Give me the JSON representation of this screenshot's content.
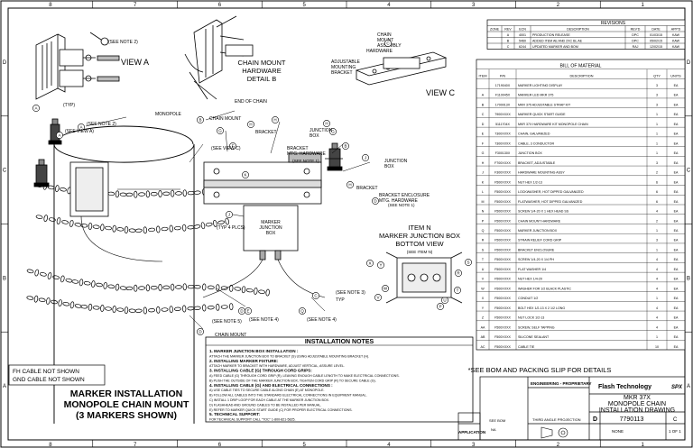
{
  "top_zone_numbers": [
    "8",
    "7",
    "6",
    "5",
    "4",
    "3",
    "2",
    "1"
  ],
  "side_zone_letters": [
    "D",
    "C",
    "B",
    "A"
  ],
  "revisions": {
    "title": "REVISIONS",
    "headers": [
      "ZONE",
      "REV",
      "ECN",
      "DESCRIPTION",
      "REV'D",
      "DATE",
      "APP'D"
    ],
    "rows": [
      [
        "",
        "A",
        "4001",
        "PRODUCTION RELEASE",
        "DPC",
        "01/03/15",
        "KAW"
      ],
      [
        "",
        "B",
        "5460",
        "ADDED ITEM AE AND 2XC BL AE",
        "DPC",
        "05/02/15",
        "KAW"
      ],
      [
        "",
        "C",
        "6244",
        "UPDATED MARKER AND BOM",
        "RAJ",
        "12/02/15",
        "KAW"
      ]
    ]
  },
  "bom": {
    "title": "BILL OF MATERIAL",
    "headers": [
      "ITEM",
      "P/N",
      "DESCRIPTION",
      "QTY",
      "UNITS"
    ],
    "rows": [
      [
        "",
        "1719040X",
        "MARKER LIGHTING DISPLAY",
        "3",
        "EA"
      ],
      [
        "A",
        "F110045X",
        "MARKER LED MKR 375",
        "3",
        "EA"
      ],
      [
        "B",
        "1700013X",
        "MKR 375 ADJUSTABLE STRAP KIT",
        "3",
        "EA"
      ],
      [
        "C",
        "7900XXXX",
        "MARKER QUICK START GUIDE",
        "1",
        "EA"
      ],
      [
        "D",
        "5111704X",
        "MKR 37X HARDWARE KIT MONOPOLE CHAIN",
        "1",
        "EA"
      ],
      [
        "E",
        "7300XXXX",
        "CHAIN, GALVANIZED",
        "1",
        "EA"
      ],
      [
        "F",
        "7300XXXX",
        "CABLE, 3 CONDUCTOR",
        "1",
        "EA"
      ],
      [
        "G",
        "F300130X",
        "JUNCTION BOX",
        "1",
        "EA"
      ],
      [
        "H",
        "F700XXXX",
        "BRACKET, ADJUSTABLE",
        "3",
        "EA"
      ],
      [
        "J",
        "F300XXXX",
        "HARDWARE MOUNTING ASSY",
        "2",
        "EA"
      ],
      [
        "K",
        "F500XXXX",
        "NUT HEX 1/2-13",
        "6",
        "EA"
      ],
      [
        "L",
        "F500XXXX",
        "LOCKWASHER, HOT DIPPED GALVANIZED",
        "6",
        "EA"
      ],
      [
        "M",
        "F500XXXX",
        "FLATWASHER, HOT DIPPED GALVANIZED",
        "6",
        "EA"
      ],
      [
        "N",
        "F500XXXX",
        "SCREW 1/4-20 X 1 HEX HEAD SS",
        "4",
        "EA"
      ],
      [
        "P",
        "F500XXXX",
        "CHAIN MOUNT HARDWARE",
        "2",
        "EA"
      ],
      [
        "Q",
        "F500XXXX",
        "MARKER JUNCTION BOX",
        "1",
        "EA"
      ],
      [
        "R",
        "F500XXXX",
        "STRAIN RELIEF CORD GRIP",
        "3",
        "EA"
      ],
      [
        "S",
        "F500XXXX",
        "BRACKET ENCLOSURE",
        "1",
        "EA"
      ],
      [
        "T",
        "F500XXXX",
        "SCREW 1/4-20 X 1/4 PH",
        "4",
        "EA"
      ],
      [
        "U",
        "F500XXXX",
        "FLAT WASHER 1/4",
        "4",
        "EA"
      ],
      [
        "V",
        "F500XXXX",
        "NUT HEX 1/4-20",
        "4",
        "EA"
      ],
      [
        "W",
        "F500XXXX",
        "WASHER FOR 1/2 BLACK PLASTIC",
        "4",
        "EA"
      ],
      [
        "X",
        "F500XXXX",
        "CONDUIT 1/2",
        "1",
        "EA"
      ],
      [
        "Y",
        "F500XXXX",
        "BOLT HEX 1/2-13 X 2 1/2 LONG",
        "4",
        "EA"
      ],
      [
        "Z",
        "F500XXXX",
        "NUT LOCK 1/2-13",
        "4",
        "EA"
      ],
      [
        "AA",
        "F500XXXX",
        "SCREW, SELF TAPPING",
        "4",
        "EA"
      ],
      [
        "AB",
        "F500XXXX",
        "SILICONE SEALANT",
        "1",
        "EA"
      ],
      [
        "AC",
        "F500XXXX",
        "CABLE TIE",
        "10",
        "EA"
      ]
    ]
  },
  "labels": {
    "view_a": "VIEW A",
    "view_c": "VIEW C",
    "chain_mount_detail": "CHAIN MOUNT\nHARDWARE\nDETAIL B",
    "item_n": "ITEM N\nMARKER JUNCTION BOX\nBOTTOM VIEW",
    "see_item_n": "(SEE ITEM N)",
    "see_note_2": "(SEE NOTE 2)",
    "monopole": "MONOPOLE",
    "chain_mount": "CHAIN MOUNT",
    "see_view_a": "(SEE VIEW A)",
    "see_view_c": "(SEE VIEW C)",
    "junction_box": "JUNCTION\nBOX",
    "bracket": "BRACKET",
    "bracket_mtg": "BRACKET\nMTG. HARDWARE",
    "see_note_1": "(SEE NOTE 1)",
    "marker_junction_box": "MARKER\nJUNCTION\nBOX",
    "hardware": "HARDWARE",
    "adjustable_bracket": "ADJUSTABLE\nMOUNTING\nBRACKET",
    "end_of_chain": "END OF CHAIN",
    "typ": "(TYP)",
    "chain_mount_assembly": "CHAIN\nMOUNT\nASSEMBLY",
    "bracket_enclosure": "BRACKET ENCLOSURE\nMTG. HARDWARE",
    "typ_4_places": "(TYP 4 PLCS)",
    "see_note_3": "(SEE NOTE 3)",
    "see_note_4": "(SEE NOTE 4)",
    "see_note_5": "(SEE NOTE 5)",
    "typ_short": "TYP",
    "bom_note": "*SEE BOM AND PACKING SLIP FOR DETAILS",
    "fh_cable": "FH CABLE NOT SHOWN",
    "gnd_cable": "GND CABLE NOT SHOWN",
    "main_title": "MARKER INSTALLATION\nMONOPOLE CHAIN MOUNT\n(3 MARKERS SHOWN)"
  },
  "notes": {
    "title": "INSTALLATION NOTES",
    "items": [
      "1. MARKER JUNCTION BOX INSTALLATION :",
      "   ATTACH THE MARKER JUNCTION BOX TO BRACKET (S) USING ADJUSTABLE MOUNTING BRACKET (H).",
      "2. INSTALLING MARKER FIXTURE:",
      "   ATTACH MARKER TO BRACKET WITH HARDWARE, ADJUST VERTICAL, ASSURE LEVEL.",
      "3. INSTALLING CABLE (G) THROUGH CORD GRIPS:",
      "   A) FEED CABLE (G) THROUGH CORD GRIP (R), LEAVING ENOUGH CABLE LENGTH TO MAKE ELECTRICAL CONNECTIONS.",
      "   B) PUSH THE OUTSIDE OF THE MARKER JUNCTION BOX, TIGHTEN CORD GRIP (R) TO SECURE CABLE (G).",
      "4. INSTALLING CABLE (G) AND ELECTRICAL CONNECTIONS :",
      "   A) USE CABLE TIES TO SECURE CABLE ALONG CHAIN (E) AT MONOPOLE.",
      "   B) FOLLOW ALL CABLES INTO THE STANDARD ELECTRICAL CONNECTIONS IN EQUIPMENT MANUAL.",
      "   C) INSTALL 1 DRIP LOOP FOR EACH CABLE AT THE MARKER JUNCTION BOX.",
      "   D) FLASHHEAD AND GROUND CABLES TO BE INSTALLED PER MANUAL.",
      "   E) REFER TO MARKER QUICK START GUIDE (C) FOR PROPER ELECTRICAL CONNECTIONS.",
      "5. TECHNICAL SUPPORT:",
      "   FOR TECHNICAL SUPPORT CALL \"TOC\" 1-800-821-5825."
    ]
  },
  "title_block": {
    "company": "Flash Technology",
    "logo_text": "SPX",
    "engineering": "ENGINEERING - PROPRIETARY",
    "drawing_title": "MKR 37X\nMONOPOLE CHAIN\nINSTALLATION DRAWING",
    "size": "D",
    "dwg_no": "7790113",
    "rev": "C",
    "scale": "NONE",
    "sheet": "1 OF 1",
    "application": "APPLICATION",
    "third_angle": "THIRD ANGLE PROJECTION",
    "see_bom": "SEE BOM",
    "na": "NA"
  }
}
